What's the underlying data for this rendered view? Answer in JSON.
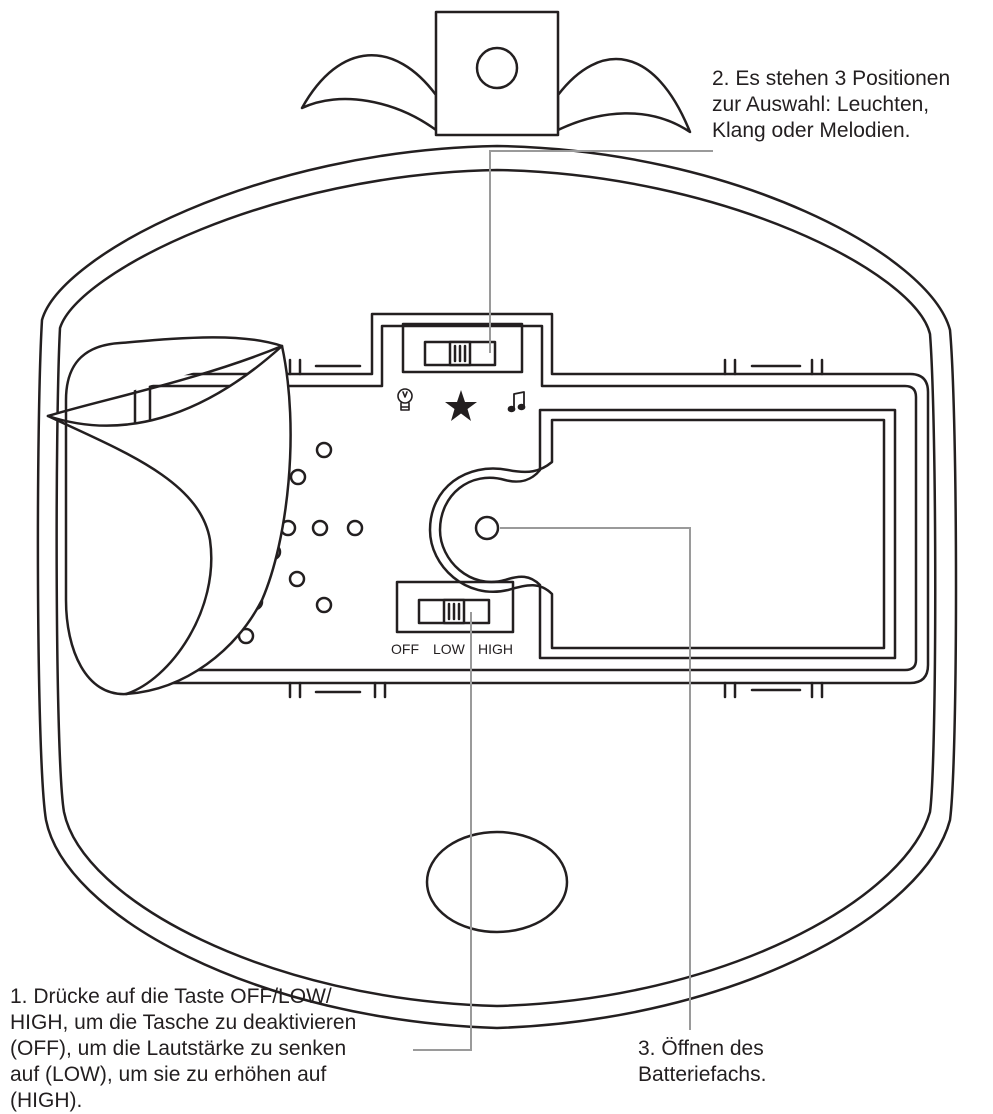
{
  "callouts": {
    "mode_switch": {
      "lines": [
        "2. Es stehen 3 Positionen",
        "zur Auswahl: Leuchten,",
        "Klang oder Melodien."
      ]
    },
    "volume_switch": {
      "lines": [
        "1. Drücke auf die Taste OFF/LOW/",
        "HIGH, um die Tasche zu deaktivieren",
        "(OFF), um die Lautstärke zu senken",
        "auf (LOW), um sie zu erhöhen auf",
        "(HIGH)."
      ]
    },
    "battery": {
      "lines": [
        "3. Öffnen des",
        "Batteriefachs."
      ]
    }
  },
  "volume_switch_labels": [
    "OFF",
    "LOW",
    "HIGH"
  ],
  "mode_icons": [
    "bulb-icon",
    "star-icon",
    "music-note-icon"
  ],
  "colors": {
    "line": "#231f20",
    "leader": "#9a9a9a",
    "background": "#ffffff"
  }
}
